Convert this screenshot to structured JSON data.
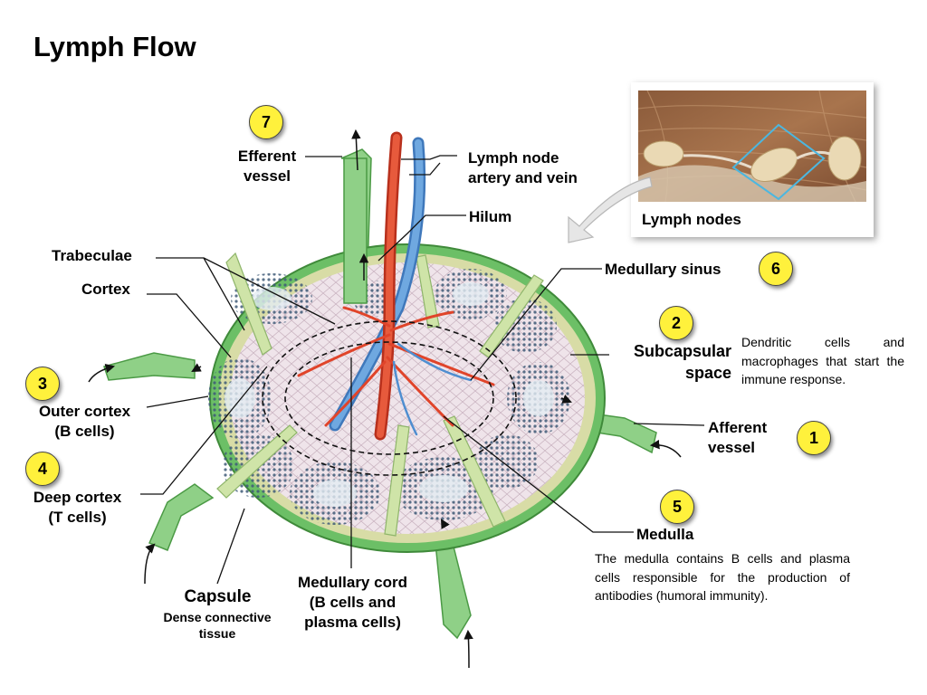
{
  "title": "Lymph Flow",
  "photo_caption": "Lymph nodes",
  "labels": {
    "efferent_vessel": "Efferent\nvessel",
    "lymph_node_artery_vein": "Lymph node\nartery and vein",
    "hilum": "Hilum",
    "trabeculae": "Trabeculae",
    "cortex": "Cortex",
    "medullary_sinus": "Medullary sinus",
    "subcapsular_space": "Subcapsular\nspace",
    "outer_cortex": "Outer cortex\n(B cells)",
    "afferent_vessel": "Afferent\nvessel",
    "deep_cortex": "Deep cortex\n(T cells)",
    "medulla": "Medulla",
    "capsule": "Capsule",
    "capsule_sub": "Dense connective\ntissue",
    "medullary_cord": "Medullary cord\n(B cells and\nplasma cells)"
  },
  "steps": {
    "afferent": "1",
    "subcapsular": "2",
    "outer_cortex": "3",
    "deep_cortex": "4",
    "medulla": "5",
    "medullary_sinus": "6",
    "efferent": "7"
  },
  "descriptions": {
    "dendritic": "Dendritic cells and macrophages that start the immune response.",
    "medulla": "The medulla contains B cells and plasma cells responsible for the production of antibodies (humoral immunity)."
  },
  "colors": {
    "capsule_green": "#6cbf66",
    "trabecula_tan": "#d8dca6",
    "tissue_pink": "#efe4ea",
    "lymphocyte_dots": "#3f5b78",
    "artery_red": "#e0442a",
    "vein_blue": "#4f8ed0",
    "badge_yellow": "#fff13c"
  },
  "icons": {
    "arrows": "flow-arrow-icon",
    "photo_pointer": "curved-arrow-icon"
  }
}
